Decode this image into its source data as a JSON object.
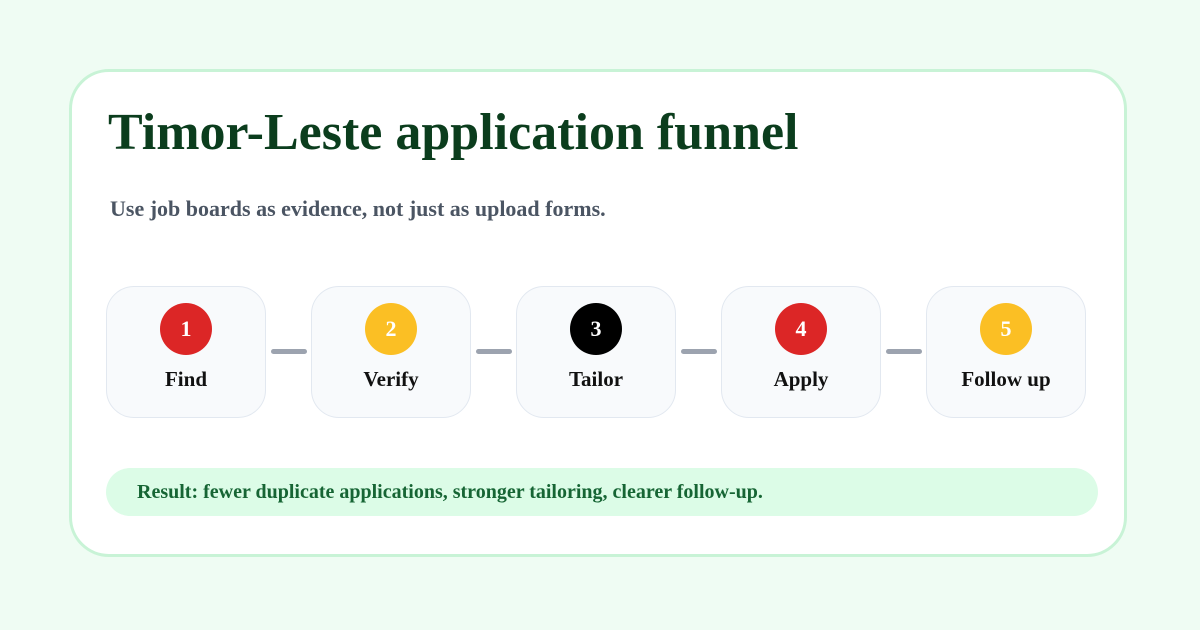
{
  "title": "Timor-Leste application funnel",
  "subtitle": "Use job boards as evidence, not just as upload forms.",
  "steps": [
    {
      "number": "1",
      "label": "Find",
      "color": "#dc2626"
    },
    {
      "number": "2",
      "label": "Verify",
      "color": "#fbbf24"
    },
    {
      "number": "3",
      "label": "Tailor",
      "color": "#000000"
    },
    {
      "number": "4",
      "label": "Apply",
      "color": "#dc2626"
    },
    {
      "number": "5",
      "label": "Follow up",
      "color": "#fbbf24"
    }
  ],
  "result": "Result: fewer duplicate applications, stronger tailoring, clearer follow-up.",
  "colors": {
    "background": "#effcf3",
    "card_border": "#c8f3d6",
    "title": "#0b3d1d",
    "connector": "#9ca3af",
    "result_bg": "#dcfce7",
    "result_text": "#166534"
  }
}
